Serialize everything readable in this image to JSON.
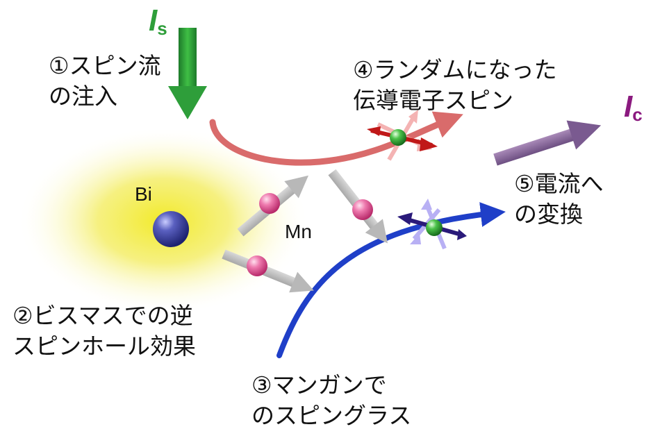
{
  "symbols": {
    "is": {
      "main": "I",
      "sub": "s",
      "color": "#2e9e3a"
    },
    "ic": {
      "main": "I",
      "sub": "c",
      "color": "#8b1a7f"
    }
  },
  "labels": {
    "step1": [
      "①スピン流",
      "の注入"
    ],
    "step2": [
      "②ビスマスでの逆",
      "スピンホール効果"
    ],
    "step3": [
      "③マンガンで",
      "のスピングラス"
    ],
    "step4": [
      "④ランダムになった",
      "伝導電子スピン"
    ],
    "step5": [
      "⑤電流へ",
      "の変換"
    ]
  },
  "atoms": {
    "bi": "Bi",
    "mn": "Mn"
  },
  "colors": {
    "spin_current_arrow": "#2e9e3a",
    "charge_current_arrow": "#8a6a9c",
    "red_trajectory": "#d96b6b",
    "blue_trajectory": "#1f3fc8",
    "bi_glow": "#f3ea2a",
    "bi_atom": "#3a3f9a",
    "mn_atom": "#e0609a",
    "electron": "#2f9e3a"
  }
}
